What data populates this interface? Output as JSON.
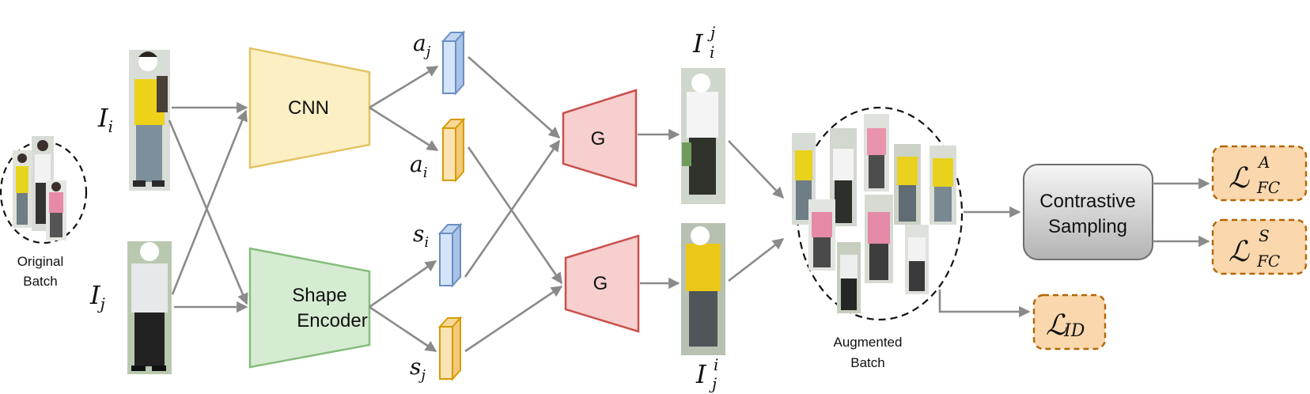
{
  "labels": {
    "original_batch_line1": "Original",
    "original_batch_line2": "Batch",
    "augmented_batch_line1": "Augmented",
    "augmented_batch_line2": "Batch",
    "cnn": "CNN",
    "shape_encoder_line1": "Shape",
    "shape_encoder_line2": "Encoder",
    "generator_top": "G",
    "generator_bottom": "G",
    "contrastive_line1": "Contrastive",
    "contrastive_line2": "Sampling"
  },
  "math": {
    "I_i": {
      "base": "I",
      "sub": "i"
    },
    "I_j": {
      "base": "I",
      "sub": "j"
    },
    "a_j": {
      "base": "a",
      "sub": "j"
    },
    "a_i": {
      "base": "a",
      "sub": "i"
    },
    "s_i": {
      "base": "s",
      "sub": "i"
    },
    "s_j": {
      "base": "s",
      "sub": "j"
    },
    "I_i_j": {
      "base": "I",
      "sub": "i",
      "sup": "j"
    },
    "I_j_i": {
      "base": "I",
      "sub": "j",
      "sup": "i"
    },
    "L_FC_A": {
      "base": "ℒ",
      "sub": "FC",
      "sup": "A"
    },
    "L_FC_S": {
      "base": "ℒ",
      "sub": "FC",
      "sup": "S"
    },
    "L_ID": {
      "base": "ℒ",
      "sub": "ID"
    }
  },
  "colors": {
    "cnn_fill": "#fcefc4",
    "cnn_stroke": "#e3c464",
    "encoder_fill": "#d6ecd2",
    "encoder_stroke": "#86bd7d",
    "gen_fill": "#f7cfcf",
    "gen_stroke": "#c9504c",
    "feat_blue_fill": "#d4e4fa",
    "feat_blue_stroke": "#6c8ebf",
    "feat_orange_fill": "#fbe3b6",
    "feat_orange_stroke": "#d79b00",
    "loss_fill": "#fad7ac",
    "loss_stroke": "#b46504",
    "arrow": "#8a8a8a"
  }
}
